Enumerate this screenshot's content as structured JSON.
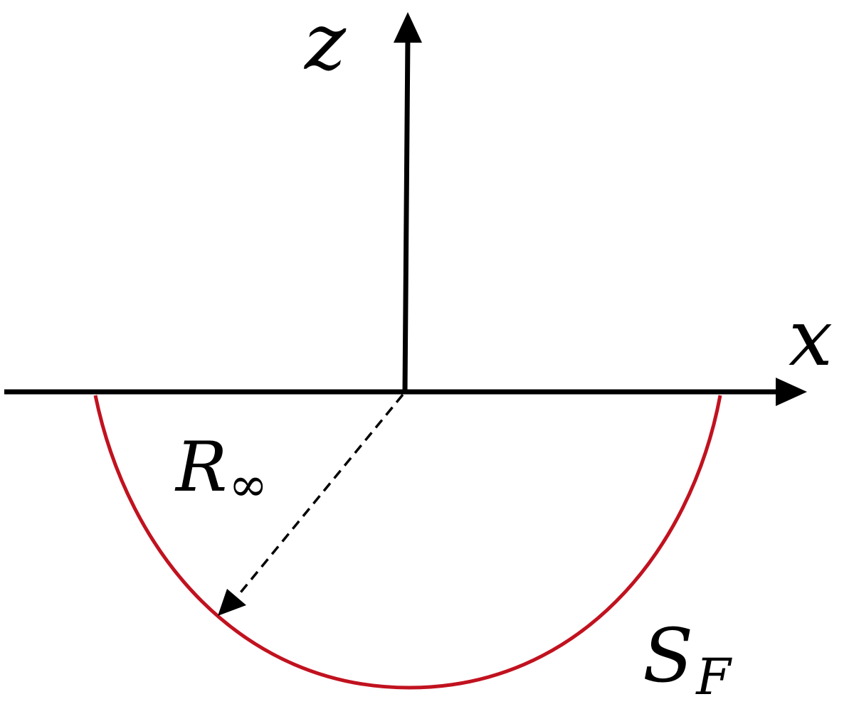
{
  "labels": {
    "z_axis": "z",
    "x_axis": "x",
    "radius_main": "R",
    "radius_sub": "∞",
    "surface_main": "S",
    "surface_sub": "F"
  },
  "colors": {
    "axis": "#000000",
    "surface": "#c1121f",
    "radius_line": "#000000",
    "background": "#ffffff"
  }
}
